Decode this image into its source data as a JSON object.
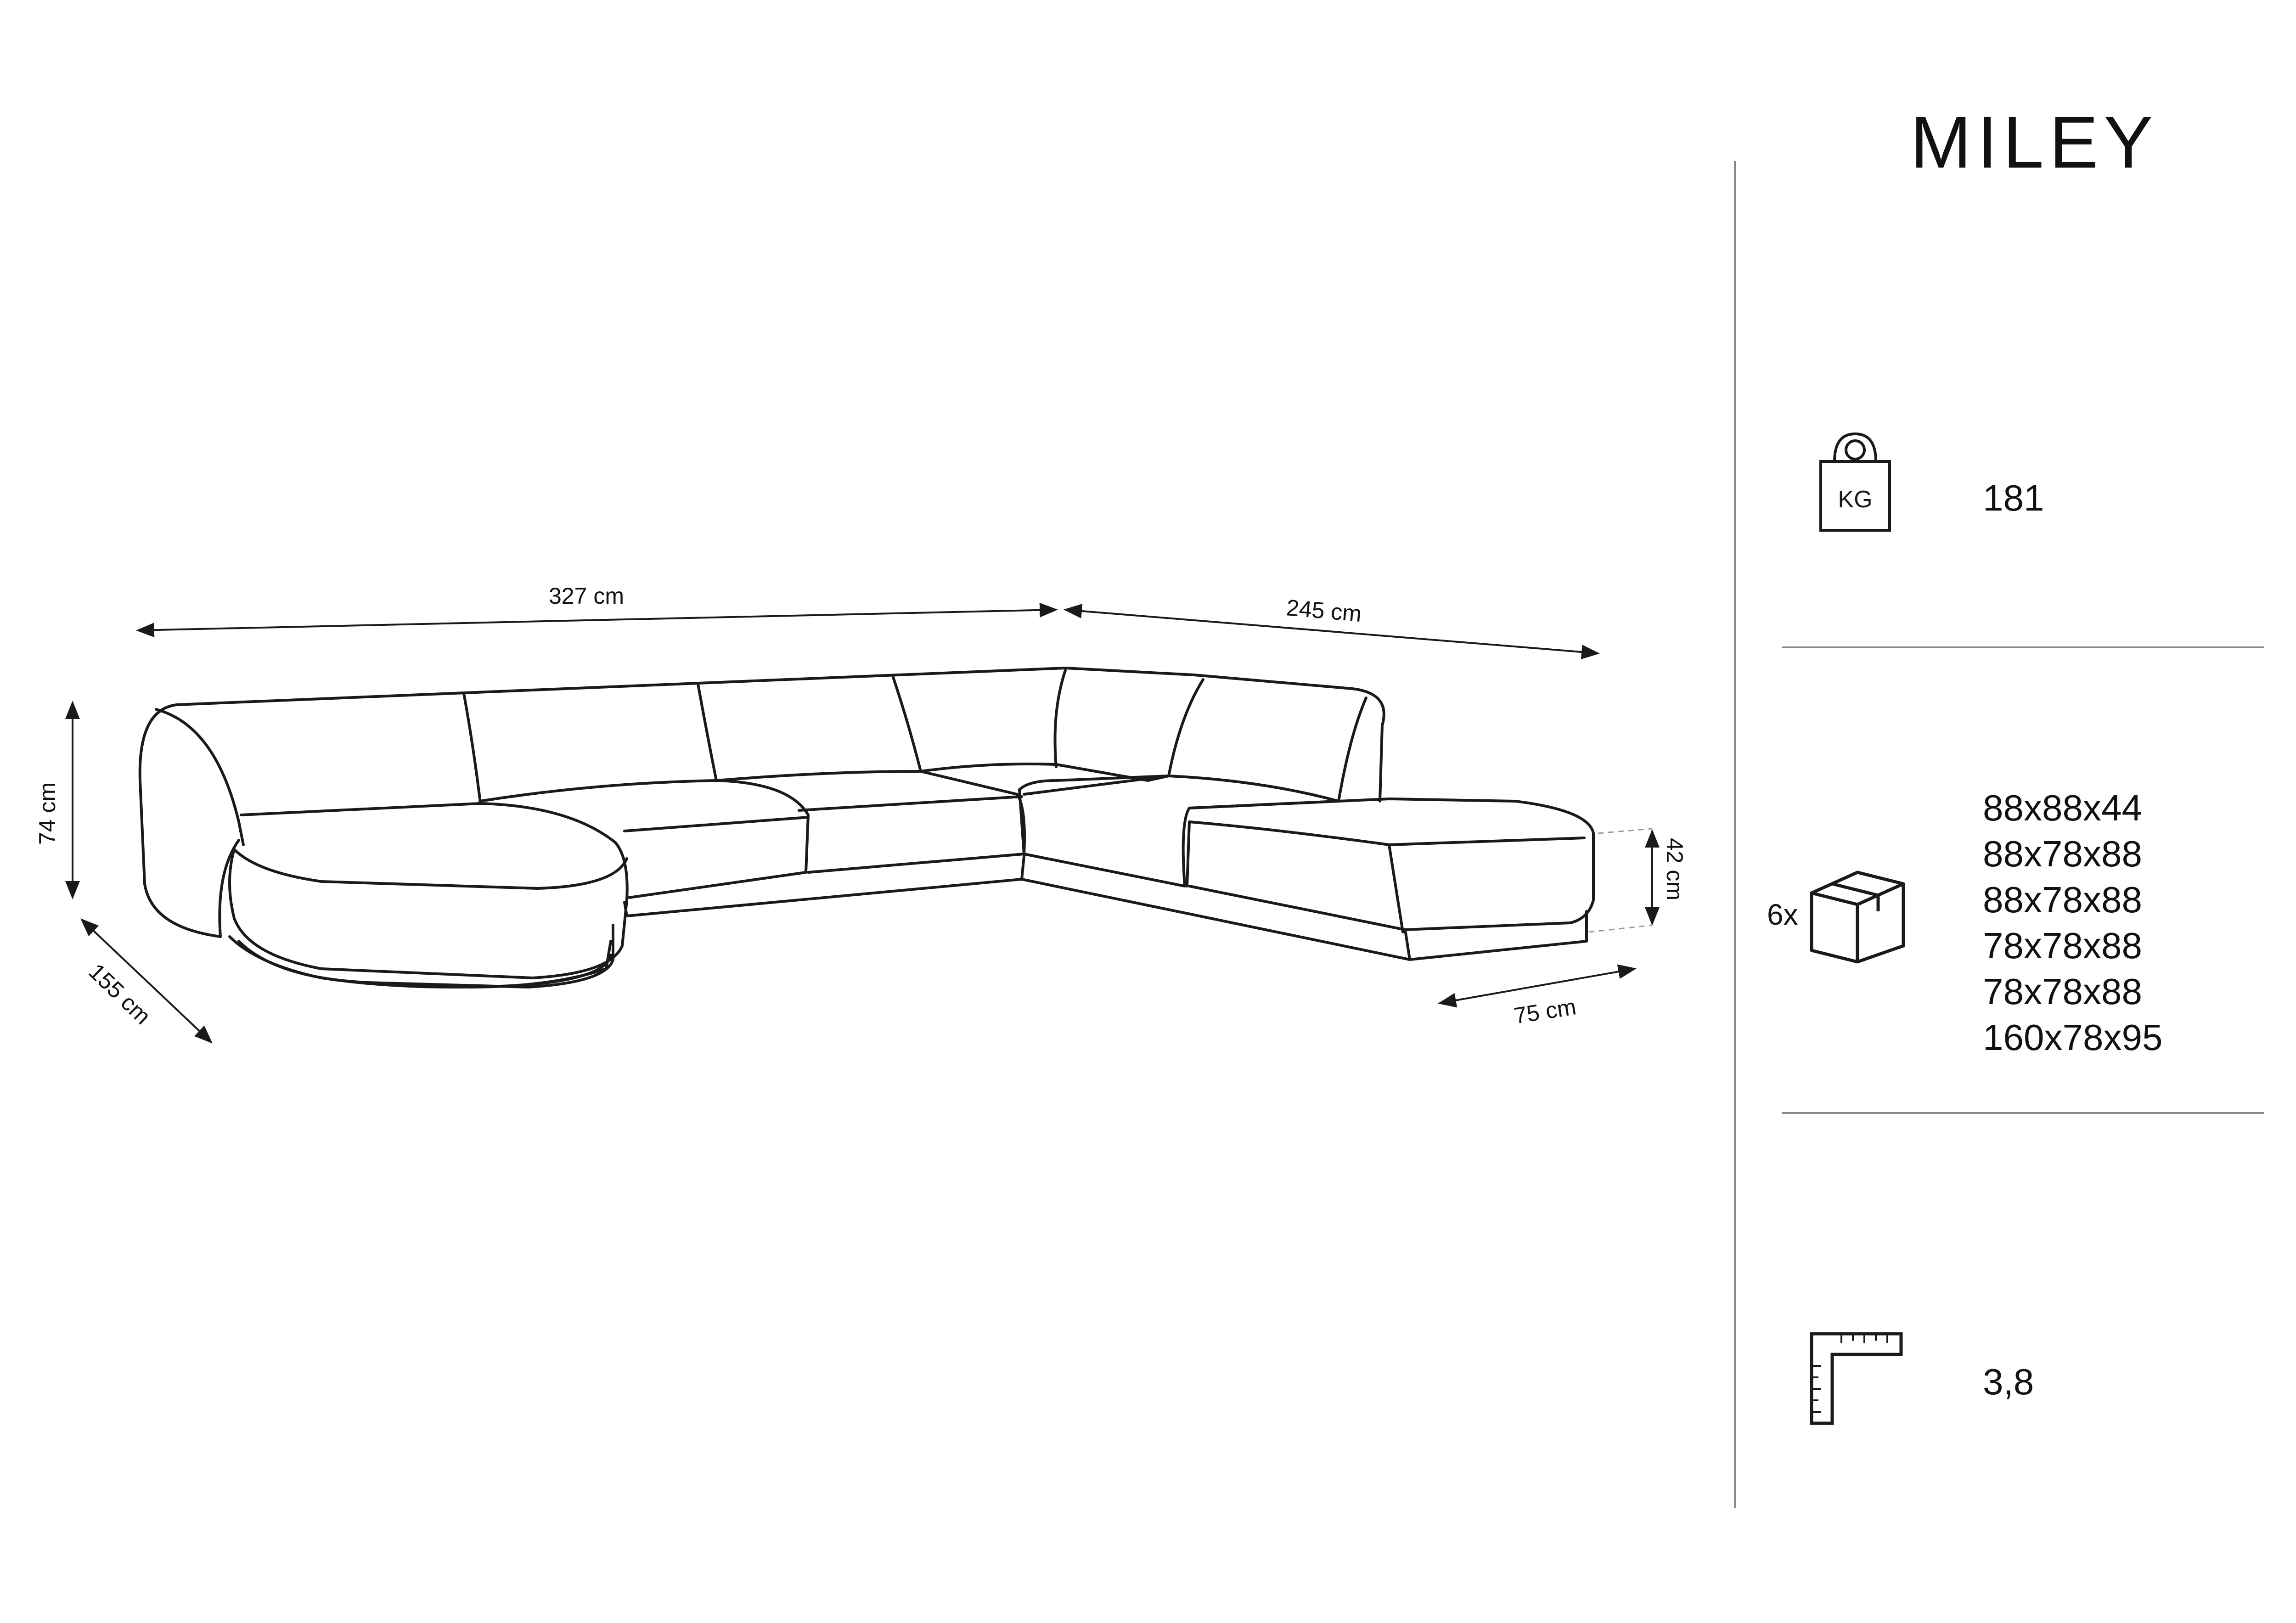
{
  "product": {
    "title": "MILEY"
  },
  "dimensions": {
    "width_main": "327 cm",
    "width_side": "245 cm",
    "height": "74 cm",
    "depth_left": "155 cm",
    "seat_height": "42 cm",
    "depth_right": "75 cm"
  },
  "specs": {
    "weight_icon": "kg-weight-icon",
    "weight_icon_label": "KG",
    "weight_value": "181",
    "box_icon": "package-box-icon",
    "box_count": "6x",
    "boxes": [
      "88x88x44",
      "88x78x88",
      "88x78x88",
      "78x78x88",
      "78x78x88",
      "160x78x95"
    ],
    "thickness_icon": "ruler-angle-icon",
    "thickness_value": "3,8"
  },
  "colors": {
    "line": "#1a1a1a",
    "divider": "#8a8a8a",
    "background": "#ffffff"
  }
}
